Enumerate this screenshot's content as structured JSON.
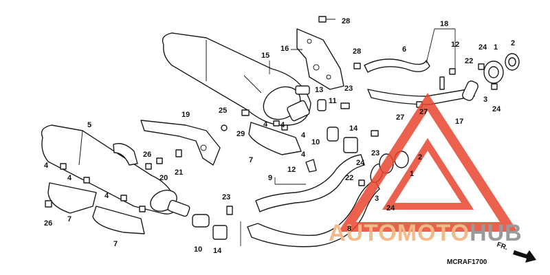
{
  "diagram": {
    "code": "MCRAF1700",
    "front_marker": "FR.",
    "callouts": [
      {
        "id": "c28a",
        "text": "28"
      },
      {
        "id": "c16",
        "text": "16"
      },
      {
        "id": "c28b",
        "text": "28"
      },
      {
        "id": "c18",
        "text": "18"
      },
      {
        "id": "c12a",
        "text": "12"
      },
      {
        "id": "c6",
        "text": "6"
      },
      {
        "id": "c2a",
        "text": "2"
      },
      {
        "id": "c1a",
        "text": "1"
      },
      {
        "id": "c24a",
        "text": "24"
      },
      {
        "id": "c22",
        "text": "22"
      },
      {
        "id": "c15",
        "text": "15"
      },
      {
        "id": "c13",
        "text": "13"
      },
      {
        "id": "c23a",
        "text": "23"
      },
      {
        "id": "c11",
        "text": "11"
      },
      {
        "id": "c3a",
        "text": "3"
      },
      {
        "id": "c24b",
        "text": "24"
      },
      {
        "id": "c27a",
        "text": "27"
      },
      {
        "id": "c27b",
        "text": "27"
      },
      {
        "id": "c17",
        "text": "17"
      },
      {
        "id": "c19",
        "text": "19"
      },
      {
        "id": "c25",
        "text": "25"
      },
      {
        "id": "c4a",
        "text": "4"
      },
      {
        "id": "c4b",
        "text": "4"
      },
      {
        "id": "c29",
        "text": "29"
      },
      {
        "id": "c5",
        "text": "5"
      },
      {
        "id": "c10a",
        "text": "10"
      },
      {
        "id": "c14a",
        "text": "14"
      },
      {
        "id": "c4c",
        "text": "4"
      },
      {
        "id": "c26a",
        "text": "26"
      },
      {
        "id": "c20",
        "text": "20"
      },
      {
        "id": "c21",
        "text": "21"
      },
      {
        "id": "c7a",
        "text": "7"
      },
      {
        "id": "c23b",
        "text": "23"
      },
      {
        "id": "c24c",
        "text": "24"
      },
      {
        "id": "c2b",
        "text": "2"
      },
      {
        "id": "c4d",
        "text": "4"
      },
      {
        "id": "c12b",
        "text": "12"
      },
      {
        "id": "c9",
        "text": "9"
      },
      {
        "id": "c22b",
        "text": "22"
      },
      {
        "id": "c1b",
        "text": "1"
      },
      {
        "id": "c4e",
        "text": "4"
      },
      {
        "id": "c4f",
        "text": "4"
      },
      {
        "id": "c23c",
        "text": "23"
      },
      {
        "id": "c3b",
        "text": "3"
      },
      {
        "id": "c24d",
        "text": "24"
      },
      {
        "id": "c26b",
        "text": "26"
      },
      {
        "id": "c7b",
        "text": "7"
      },
      {
        "id": "c4g",
        "text": "4"
      },
      {
        "id": "c7c",
        "text": "7"
      },
      {
        "id": "c10b",
        "text": "10"
      },
      {
        "id": "c14b",
        "text": "14"
      },
      {
        "id": "c8",
        "text": "8"
      }
    ]
  },
  "watermark": {
    "brand_part1": "AUTOMOTO",
    "brand_part2": "HUB",
    "color_part1": "#f3b98a",
    "color_part2": "#9a9a9a",
    "triangle_color": "#e8452f"
  }
}
